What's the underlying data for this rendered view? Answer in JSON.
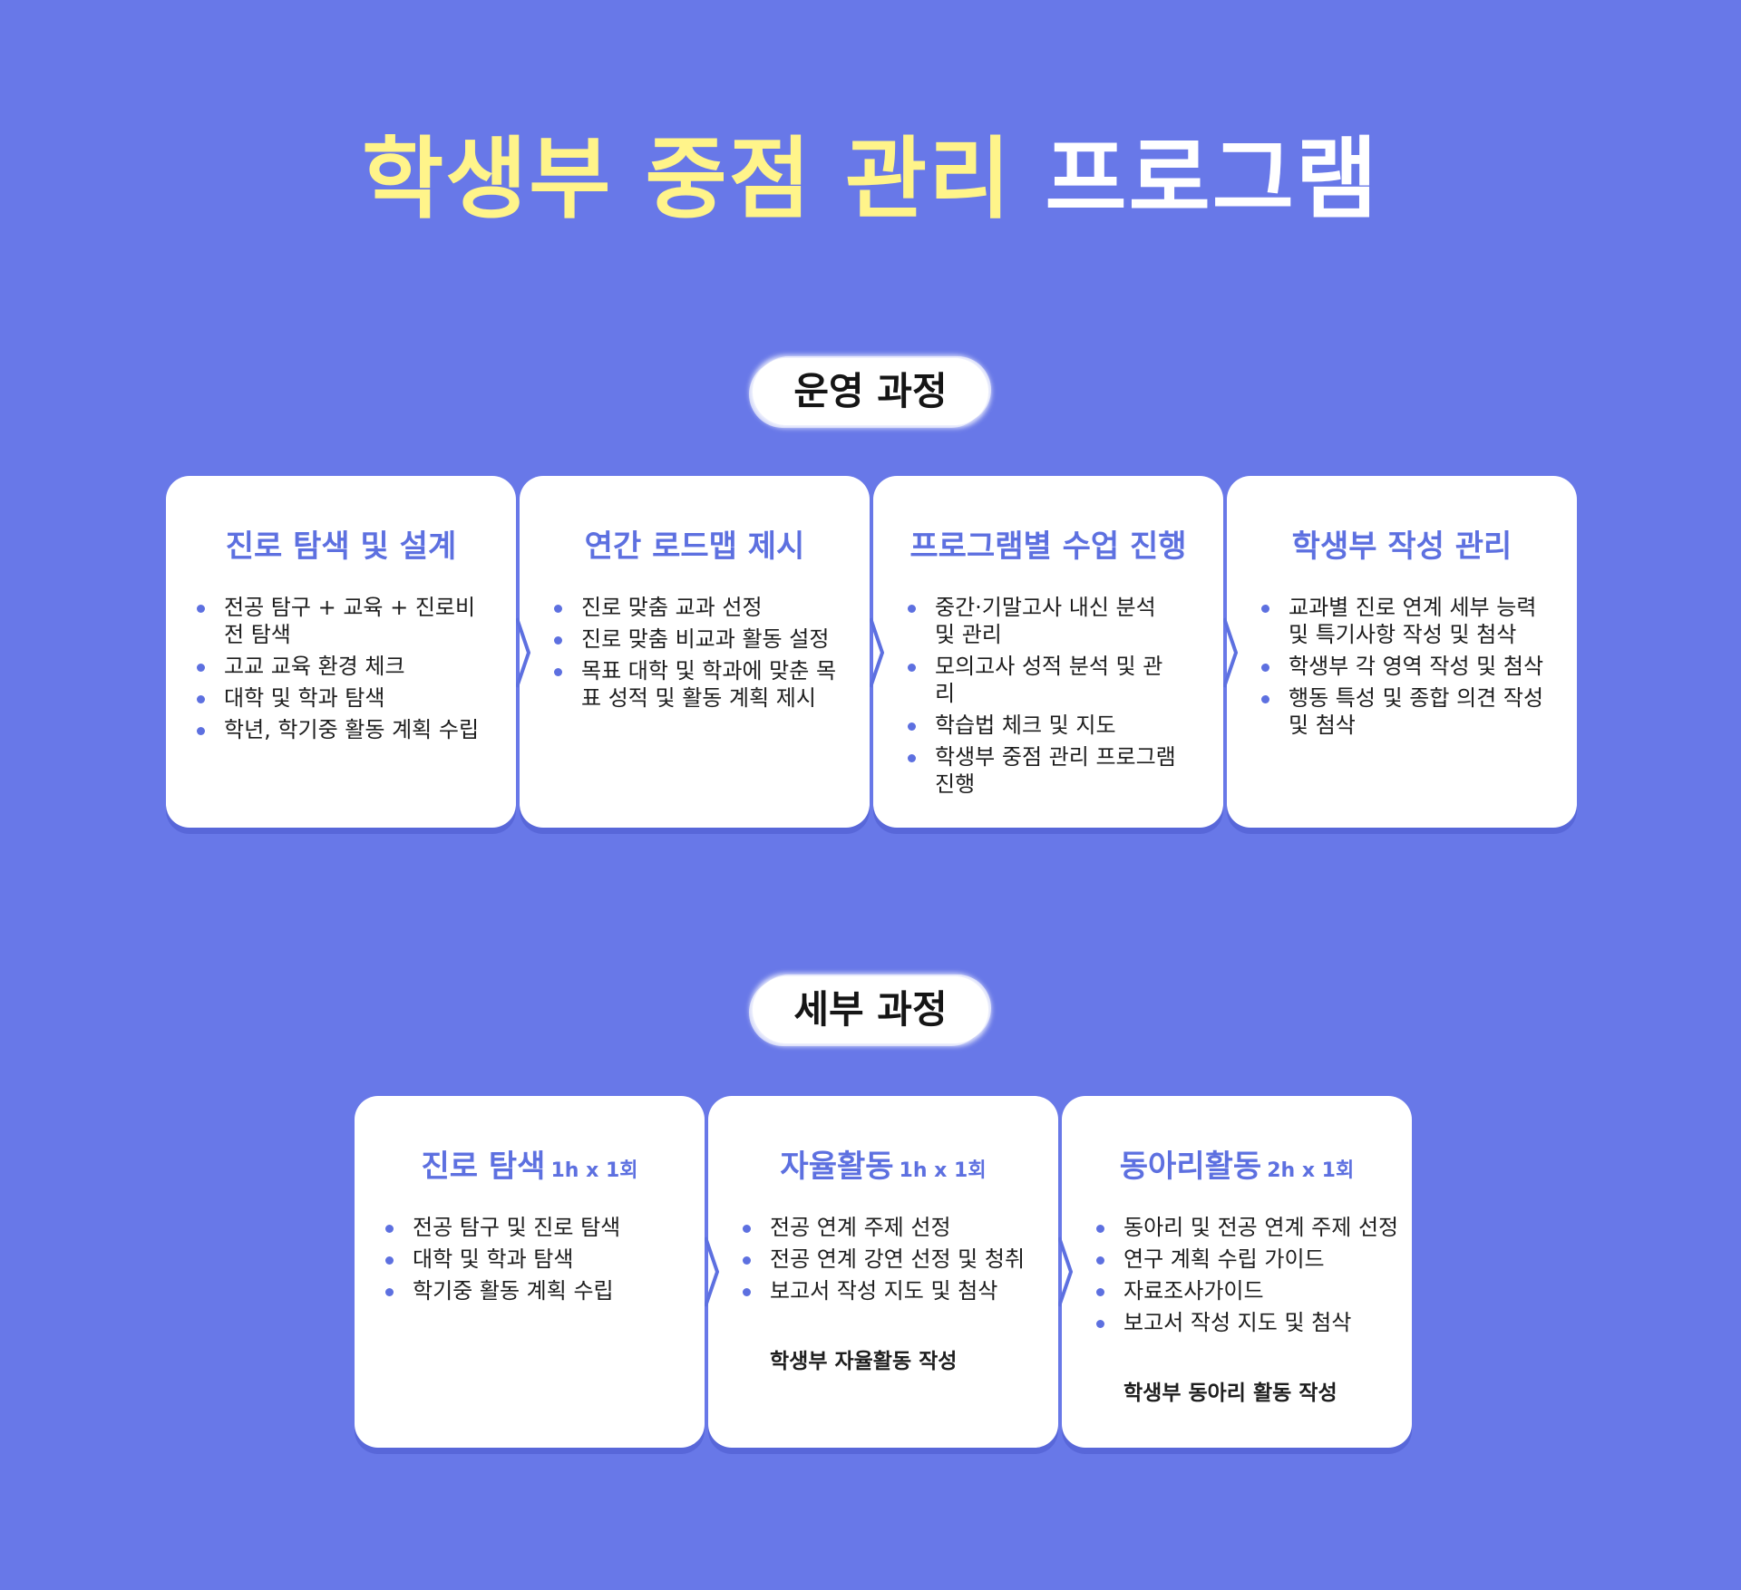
{
  "title": {
    "part1": "학생부 중점 관리",
    "part2": "프로그램"
  },
  "operation": {
    "label": "운영 과정",
    "cards": [
      {
        "title": "진로 탐색 및 설계",
        "items": [
          "전공 탐구 + 교육 + 진로비전 탐색",
          "고교 교육 환경 체크",
          "대학 및 학과 탐색",
          "학년, 학기중 활동 계획 수립"
        ]
      },
      {
        "title": "연간 로드맵 제시",
        "items": [
          "진로 맞춤 교과 선정",
          "진로 맞춤 비교과 활동 설정",
          "목표 대학 및 학과에 맞춘 목표 성적 및 활동 계획 제시"
        ]
      },
      {
        "title": "프로그램별 수업 진행",
        "items": [
          "중간·기말고사 내신 분석 및 관리",
          "모의고사 성적 분석 및 관리",
          "학습법 체크 및 지도",
          "학생부 중점 관리 프로그램 진행"
        ]
      },
      {
        "title": "학생부 작성 관리",
        "items": [
          "교과별 진로 연계 세부 능력 및 특기사항 작성 및 첨삭",
          "학생부 각 영역 작성 및 첨삭",
          "행동 특성 및 종합 의견 작성 및 첨삭"
        ]
      }
    ]
  },
  "detail": {
    "label": "세부 과정",
    "cards": [
      {
        "title": "진로 탐색",
        "sub": "1h x 1회",
        "items": [
          "전공 탐구 및 진로 탐색",
          "대학 및 학과 탐색",
          "학기중 활동 계획 수립"
        ],
        "note": ""
      },
      {
        "title": "자율활동",
        "sub": "1h x 1회",
        "items": [
          "전공 연계 주제 선정",
          "전공 연계 강연 선정 및 청취",
          "보고서 작성 지도 및 첨삭"
        ],
        "note": "학생부 자율활동 작성"
      },
      {
        "title": "동아리활동",
        "sub": "2h x 1회",
        "items": [
          "동아리 및 전공 연계 주제 선정",
          "연구 계획 수립 가이드",
          "자료조사가이드",
          "보고서 작성 지도 및 첨삭"
        ],
        "note": "학생부 동아리 활동 작성"
      }
    ]
  },
  "colors": {
    "background": "#6878e8",
    "accent": "#5d70e0",
    "title_highlight": "#fff48a"
  }
}
